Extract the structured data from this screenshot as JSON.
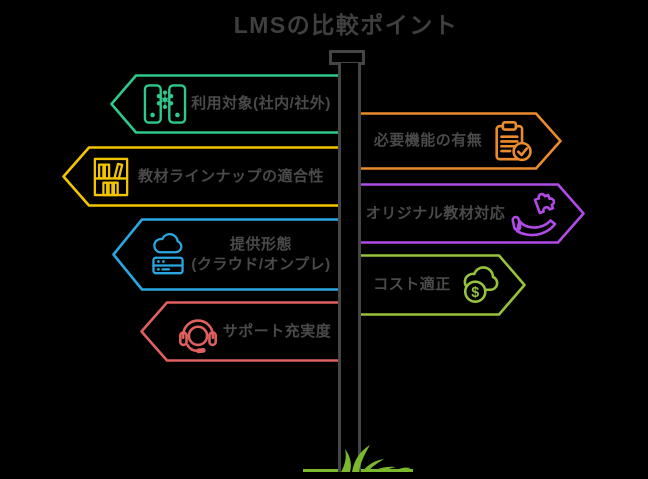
{
  "title": "LMSの比較ポイント",
  "signpost": {
    "pole_color": "#454545",
    "ground_color": "#7cb82e",
    "title_color": "#3f3f3f",
    "label_color": "#4a4a4a",
    "background_color": "#000000"
  },
  "signs": {
    "left": [
      {
        "label": "利用対象(社内/社外)",
        "color": "#2fc98c",
        "icon": "users-group-icon"
      },
      {
        "label": "教材ラインナップの適合性",
        "color": "#f2c500",
        "icon": "bookshelf-icon"
      },
      {
        "label_line1": "提供形態",
        "label_line2": "(クラウド/オンプレ)",
        "color": "#2aa7e0",
        "icon": "cloud-server-icon"
      },
      {
        "label": "サポート充実度",
        "color": "#e05f5f",
        "icon": "headset-icon"
      }
    ],
    "right": [
      {
        "label": "必要機能の有無",
        "color": "#ec8b2d",
        "icon": "clipboard-check-icon"
      },
      {
        "label": "オリジナル教材対応",
        "color": "#b14be8",
        "icon": "hand-puzzle-icon"
      },
      {
        "label": "コスト適正",
        "color": "#97c23c",
        "icon": "cloud-dollar-icon",
        "icon_symbol": "$"
      }
    ]
  }
}
